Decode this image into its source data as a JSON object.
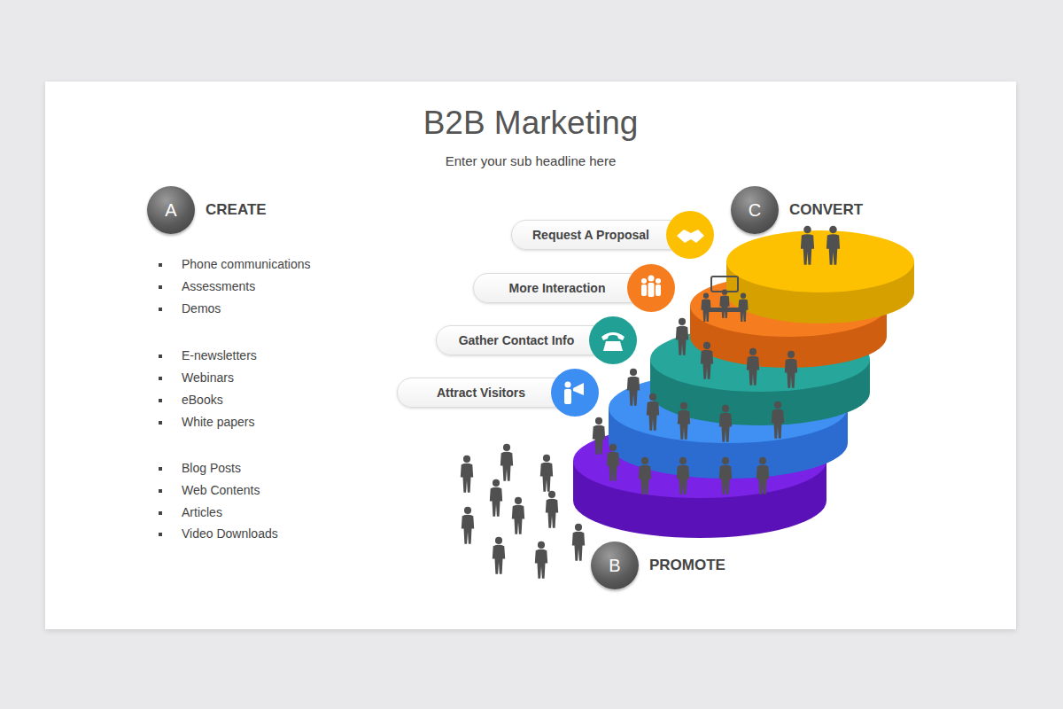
{
  "diagram": {
    "title": "B2B Marketing",
    "nodes": [
      {
        "text": [
          "A",
          "CREATE"
        ]
      },
      {
        "text": [
          "C",
          "CONVERT"
        ]
      },
      {
        "text": [
          "Request A Proposal"
        ]
      },
      {
        "text": [
          "More Interaction"
        ]
      },
      {
        "text": [
          "Gather Contact Info"
        ]
      },
      {
        "text": [
          "Attract Visitors"
        ]
      },
      {
        "text": [
          "B",
          "PROMOTE"
        ]
      }
    ],
    "labels": [
      "Enter your sub headline here",
      "Phone communications",
      "Assessments",
      "Demos",
      "E-newsletters",
      "Webinars",
      "eBooks",
      "White papers",
      "Blog Posts",
      "Web Contents",
      "Articles",
      "Video Downloads"
    ]
  }
}
